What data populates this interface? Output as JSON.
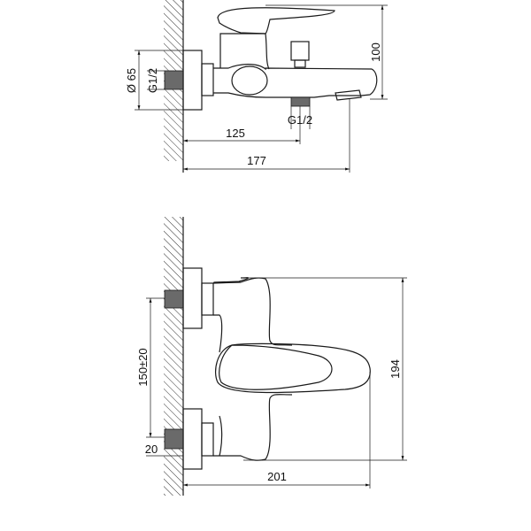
{
  "side_view": {
    "dim_diameter": "Ø 65",
    "dim_thread_wall": "G1/2",
    "dim_thread_outlet": "G1/2",
    "dim_height": "100",
    "dim_outlet_distance": "125",
    "dim_projection": "177"
  },
  "front_view": {
    "dim_centers": "150±20",
    "dim_thread_depth": "20",
    "dim_height": "194",
    "dim_projection": "201"
  },
  "colors": {
    "line": "#1a1a1a",
    "thread_fill": "#6a6a6a"
  }
}
